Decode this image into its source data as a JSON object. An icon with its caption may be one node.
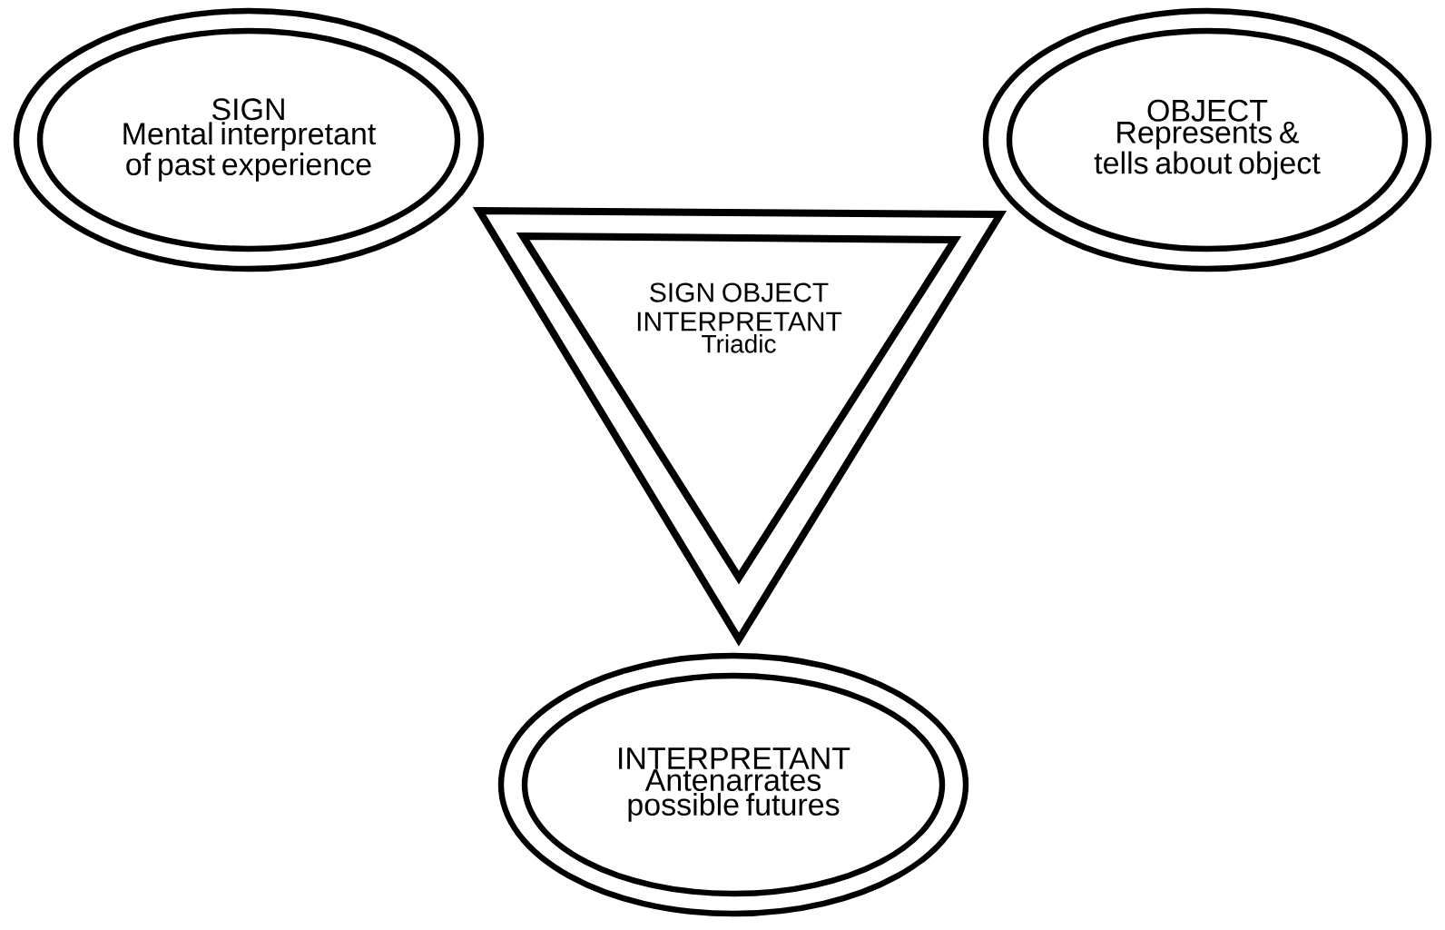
{
  "diagram": {
    "nodes": [
      {
        "text": [
          "SIGN",
          "Mental interpretant of past experience"
        ]
      },
      {
        "text": [
          "OBJECT",
          "Represents & tells about object"
        ]
      },
      {
        "text": [
          "SIGN OBJECT INTERPRETANT",
          "Triadic"
        ]
      },
      {
        "text": [
          "INTERPRETANT",
          "Antenarrates possible futures"
        ]
      }
    ]
  }
}
